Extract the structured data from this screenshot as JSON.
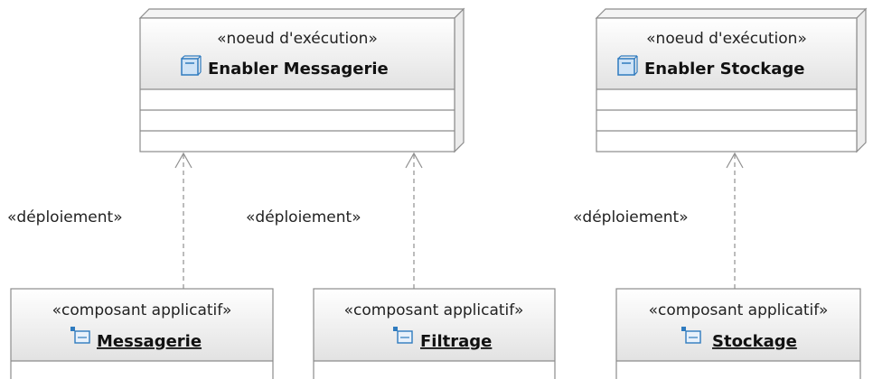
{
  "nodes": [
    {
      "stereotype": "«noeud d'exécution»",
      "name": "Enabler Messagerie"
    },
    {
      "stereotype": "«noeud d'exécution»",
      "name": "Enabler Stockage"
    }
  ],
  "components": [
    {
      "stereotype": "«composant applicatif»",
      "name": "Messagerie"
    },
    {
      "stereotype": "«composant applicatif»",
      "name": "Filtrage"
    },
    {
      "stereotype": "«composant applicatif»",
      "name": "Stockage"
    }
  ],
  "dependencies": [
    {
      "label": "«déploiement»",
      "from": "Messagerie",
      "to": "Enabler Messagerie"
    },
    {
      "label": "«déploiement»",
      "from": "Filtrage",
      "to": "Enabler Messagerie"
    },
    {
      "label": "«déploiement»",
      "from": "Stockage",
      "to": "Enabler Stockage"
    }
  ],
  "colors": {
    "node_icon": "#2f7bbf",
    "component_icon": "#2f7bbf",
    "gradient_top": "#ffffff",
    "gradient_bottom": "#e3e3e3"
  }
}
